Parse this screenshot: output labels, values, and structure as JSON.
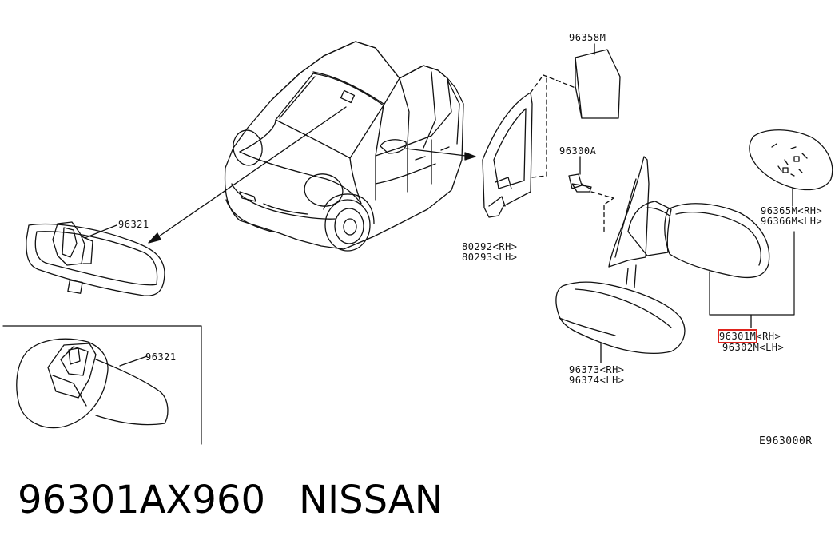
{
  "labels": {
    "p96358": "96358M",
    "p96300a": "96300A",
    "p96321_top": "96321",
    "p96321_inset": "96321",
    "p80292": "80292<RH>",
    "p80293": "80293<LH>",
    "p96365": "96365M<RH>",
    "p96366": "96366M<LH>",
    "p96301_code": "96301M",
    "p96301_side": "<RH>",
    "p96302": "96302M<LH>",
    "p96373": "96373<RH>",
    "p96374": "96374<LH>",
    "ref": "E963000R"
  },
  "part": {
    "number": "96301AX960",
    "brand": "NISSAN"
  },
  "colors": {
    "highlight": "#e0231c",
    "line": "#111111"
  }
}
